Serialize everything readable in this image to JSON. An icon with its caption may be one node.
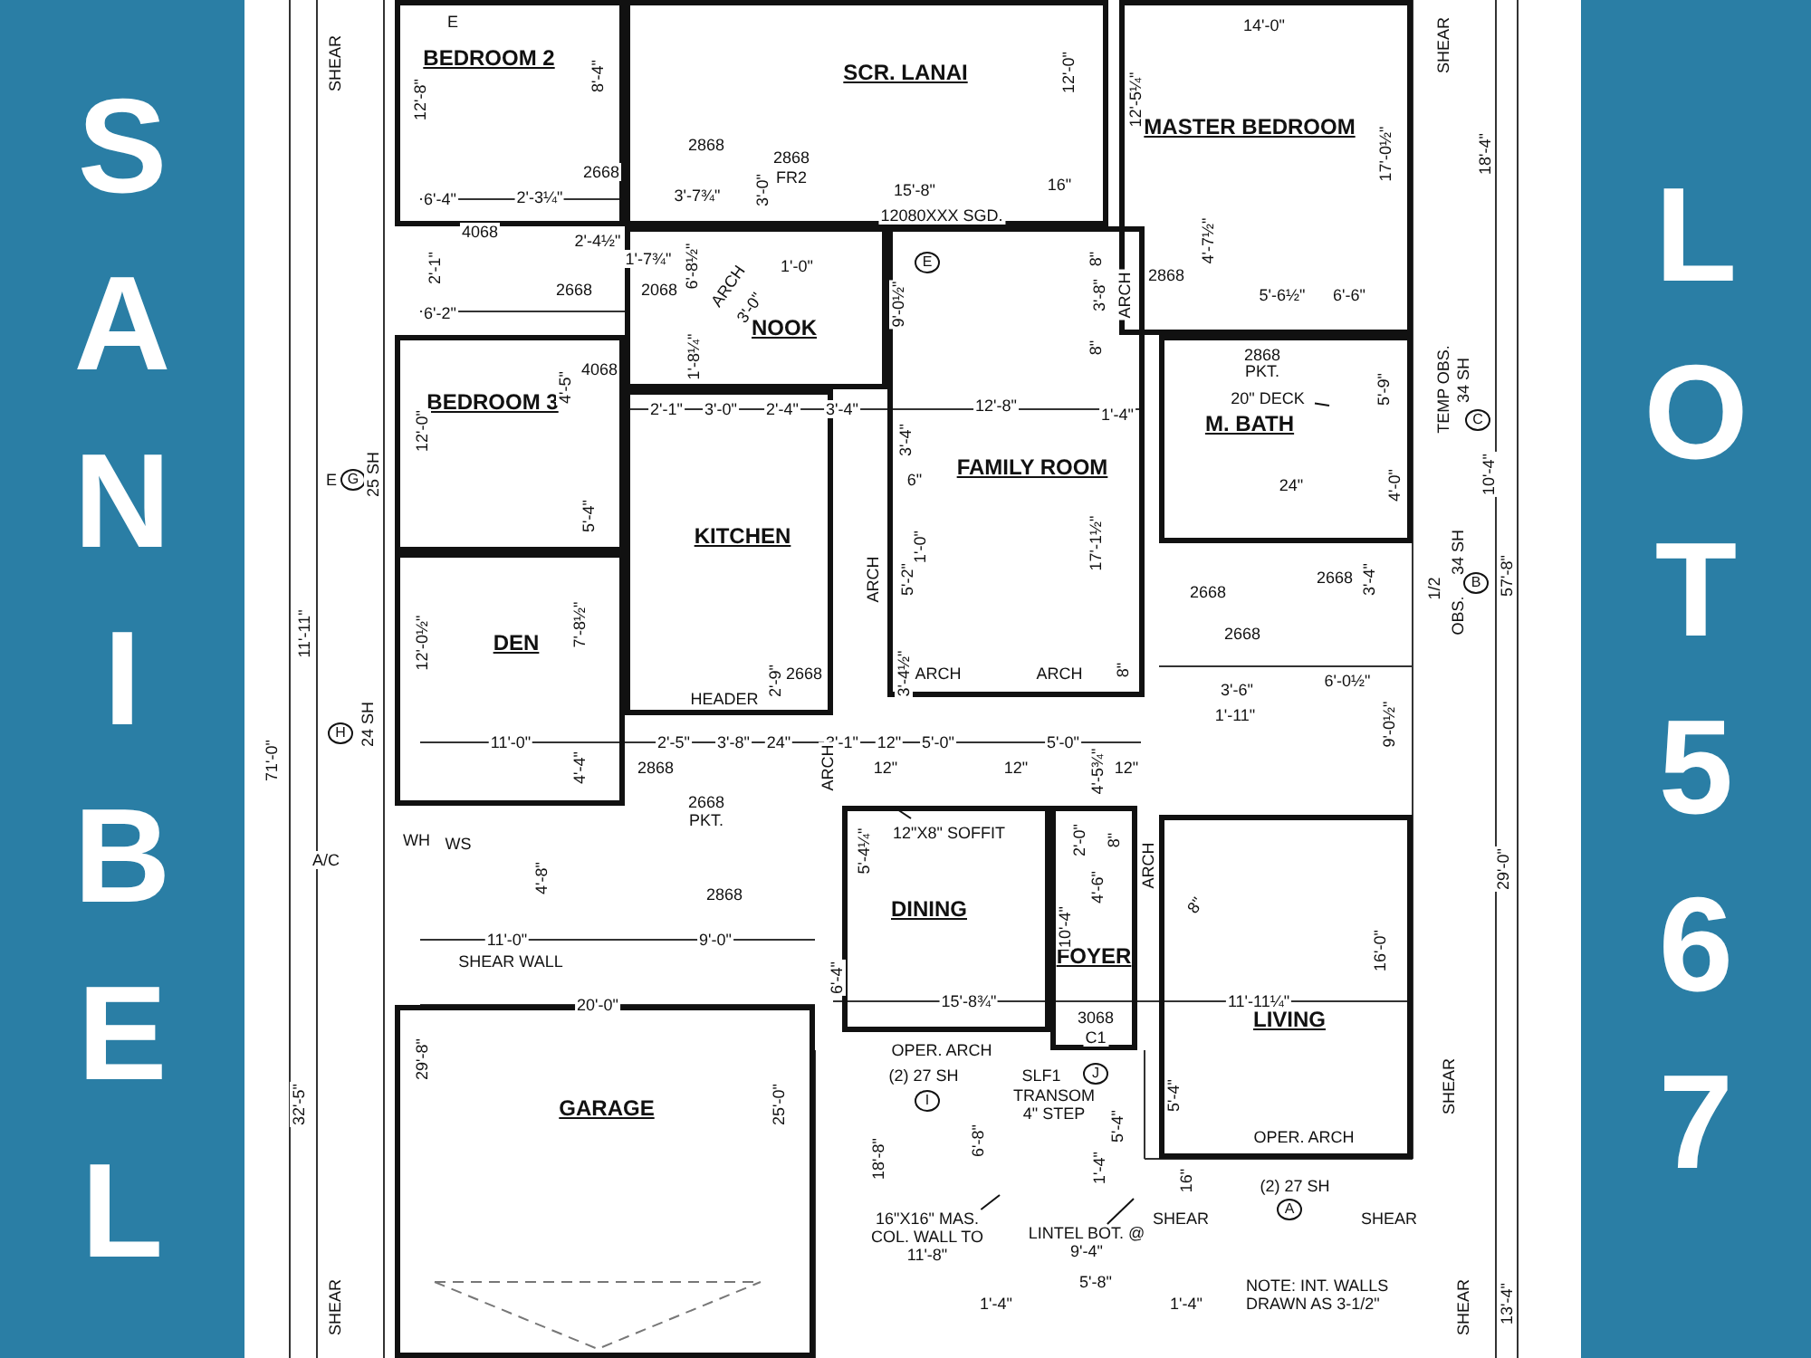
{
  "diagram": {
    "nodes": [
      {
        "text": [
          "SANIBEL"
        ]
      },
      {
        "text": [
          "LOT 567"
        ]
      },
      {
        "text": [
          "BEDROOM 2"
        ]
      },
      {
        "text": [
          "SCR. LANAI"
        ]
      },
      {
        "text": [
          "MASTER BEDROOM"
        ]
      },
      {
        "text": [
          "NOOK"
        ]
      },
      {
        "text": [
          "BEDROOM 3"
        ]
      },
      {
        "text": [
          "FAMILY ROOM"
        ]
      },
      {
        "text": [
          "M. BATH"
        ]
      },
      {
        "text": [
          "KITCHEN"
        ]
      },
      {
        "text": [
          "DEN"
        ]
      },
      {
        "text": [
          "DINING"
        ]
      },
      {
        "text": [
          "FOYER"
        ]
      },
      {
        "text": [
          "LIVING"
        ]
      },
      {
        "text": [
          "GARAGE"
        ]
      },
      {
        "text": [
          "20\" DECK"
        ],
        "in": 8
      },
      {
        "text": [
          "12\"X8\" SOFFIT"
        ],
        "in": 11
      },
      {
        "text": [
          "16\"X16\" MAS. COL. WALL TO 11'-8\""
        ]
      },
      {
        "text": [
          "LINTEL BOT. @ 9'-4\""
        ]
      }
    ],
    "edges": [
      {
        "from": 15,
        "to": null,
        "arrow": "none"
      },
      {
        "from": 16,
        "to": null,
        "arrow": "none"
      },
      {
        "from": 17,
        "to": null,
        "arrow": "none"
      },
      {
        "from": 18,
        "to": null,
        "arrow": "none"
      }
    ],
    "labels": [
      "E",
      "SHEAR",
      "12'-8\"",
      "8'-4\"",
      "2868",
      "2668",
      "2868",
      "FR2",
      "6'-4\"",
      "2'-3¼\"",
      "3'-7¾\"",
      "3'-0\"",
      "15'-8\"",
      "16\"",
      "12080XXX SGD.",
      "12'-0\"",
      "12'-5¼\"",
      "14'-0\"",
      "SHEAR",
      "18'-4\"",
      "17'-0½\"",
      "4068",
      "2'-4½\"",
      "1'-7¾\"",
      "6'-8½\"",
      "2'-1\"",
      "2668",
      "2068",
      "ARCH",
      "3'-0\"",
      "1'-0\"",
      "6'-2\"",
      "9'-0½\"",
      "E",
      "4'-7½\"",
      "2868",
      "5'-6½\"",
      "6'-6\"",
      "8\"",
      "3'-8\"",
      "ARCH",
      "8\"",
      "1'-8¼\"",
      "4'-5\"",
      "4068",
      "2'-1\"",
      "3'-0\"",
      "2'-4\"",
      "3'-4\"",
      "12'-8\"",
      "1'-4\"",
      "2868",
      "PKT.",
      "5'-9\"",
      "TEMP OBS.",
      "34 SH",
      "C",
      "10'-4\"",
      "12'-0\"",
      "E",
      "G",
      "25 SH",
      "3'-4\"",
      "6\"",
      "5'-4\"",
      "24\"",
      "4'-0\"",
      "17'-1½\"",
      "1'-0\"",
      "ARCH",
      "5'-2\"",
      "57'-8\"",
      "2668",
      "2668",
      "3'-4\"",
      "1/2",
      "34 SH",
      "OBS.",
      "B",
      "11'-11\"",
      "12'-0½\"",
      "7'-8½\"",
      "71'-0\"",
      "2668",
      "2'-9\"",
      "3'-4½\"",
      "HEADER",
      "ARCH",
      "ARCH",
      "8\"",
      "2668",
      "6'-0½\"",
      "3'-6\"",
      "1'-11\"",
      "9'-0½\"",
      "H",
      "24 SH",
      "11'-0\"",
      "2'-5\"",
      "3'-8\"",
      "24\"",
      "3'-1\"",
      "12\"",
      "5'-0\"",
      "5'-0\"",
      "4'-4\"",
      "2868",
      "ARCH",
      "12\"",
      "12\"",
      "4'-5¾\"",
      "12\"",
      "2668",
      "PKT.",
      "2'-0\"",
      "8\"",
      "5'-4¼\"",
      "4'-6\"",
      "ARCH",
      "8\"",
      "A/C",
      "WH",
      "WS",
      "4'-8\"",
      "2868",
      "29'-0\"",
      "11'-0\"",
      "9'-0\"",
      "SHEAR WALL",
      "10'-4\"",
      "16'-0\"",
      "6'-4\"",
      "20'-0\"",
      "15'-8¾\"",
      "11'-11¼\"",
      "3068",
      "C1",
      "OPER. ARCH",
      "32'-5\"",
      "29'-8\"",
      "25'-0\"",
      "(2) 27 SH",
      "I",
      "SLF1",
      "J",
      "TRANSOM",
      "4\" STEP",
      "6'-8\"",
      "5'-4\"",
      "5'-4\"",
      "1'-4\"",
      "OPER. ARCH",
      "SHEAR",
      "18'-8\"",
      "16\"",
      "(2) 27 SH",
      "A",
      "SHEAR",
      "SHEAR",
      "5'-8\"",
      "1'-4\"",
      "1'-4\"",
      "NOTE: INT. WALLS DRAWN AS 3-1/2\"",
      "13'-4\"",
      "SHEAR",
      "SHEAR"
    ]
  }
}
